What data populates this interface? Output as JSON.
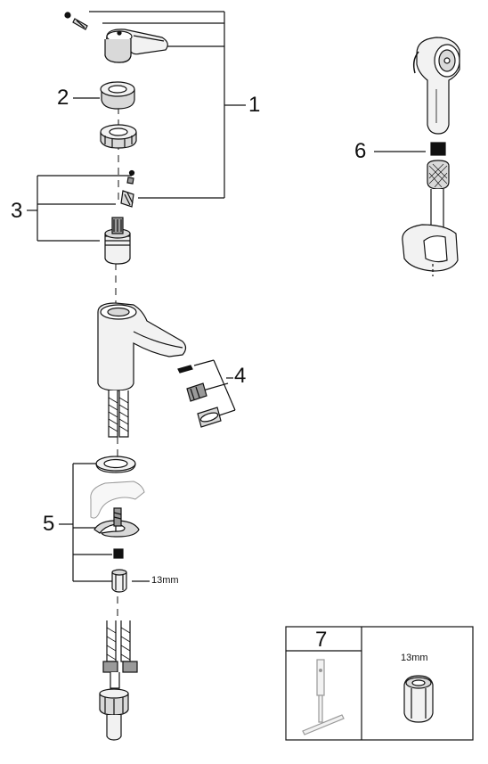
{
  "callouts": {
    "c1": "1",
    "c2": "2",
    "c3": "3",
    "c4": "4",
    "c5": "5",
    "c6": "6"
  },
  "nut_size_label": "13mm",
  "tool_box": {
    "number": "7",
    "size_label": "13mm"
  },
  "colors": {
    "line": "#111111",
    "fill_light": "#f2f2f2",
    "fill_mid": "#d9d9d9",
    "fill_dark": "#9a9a9a"
  }
}
